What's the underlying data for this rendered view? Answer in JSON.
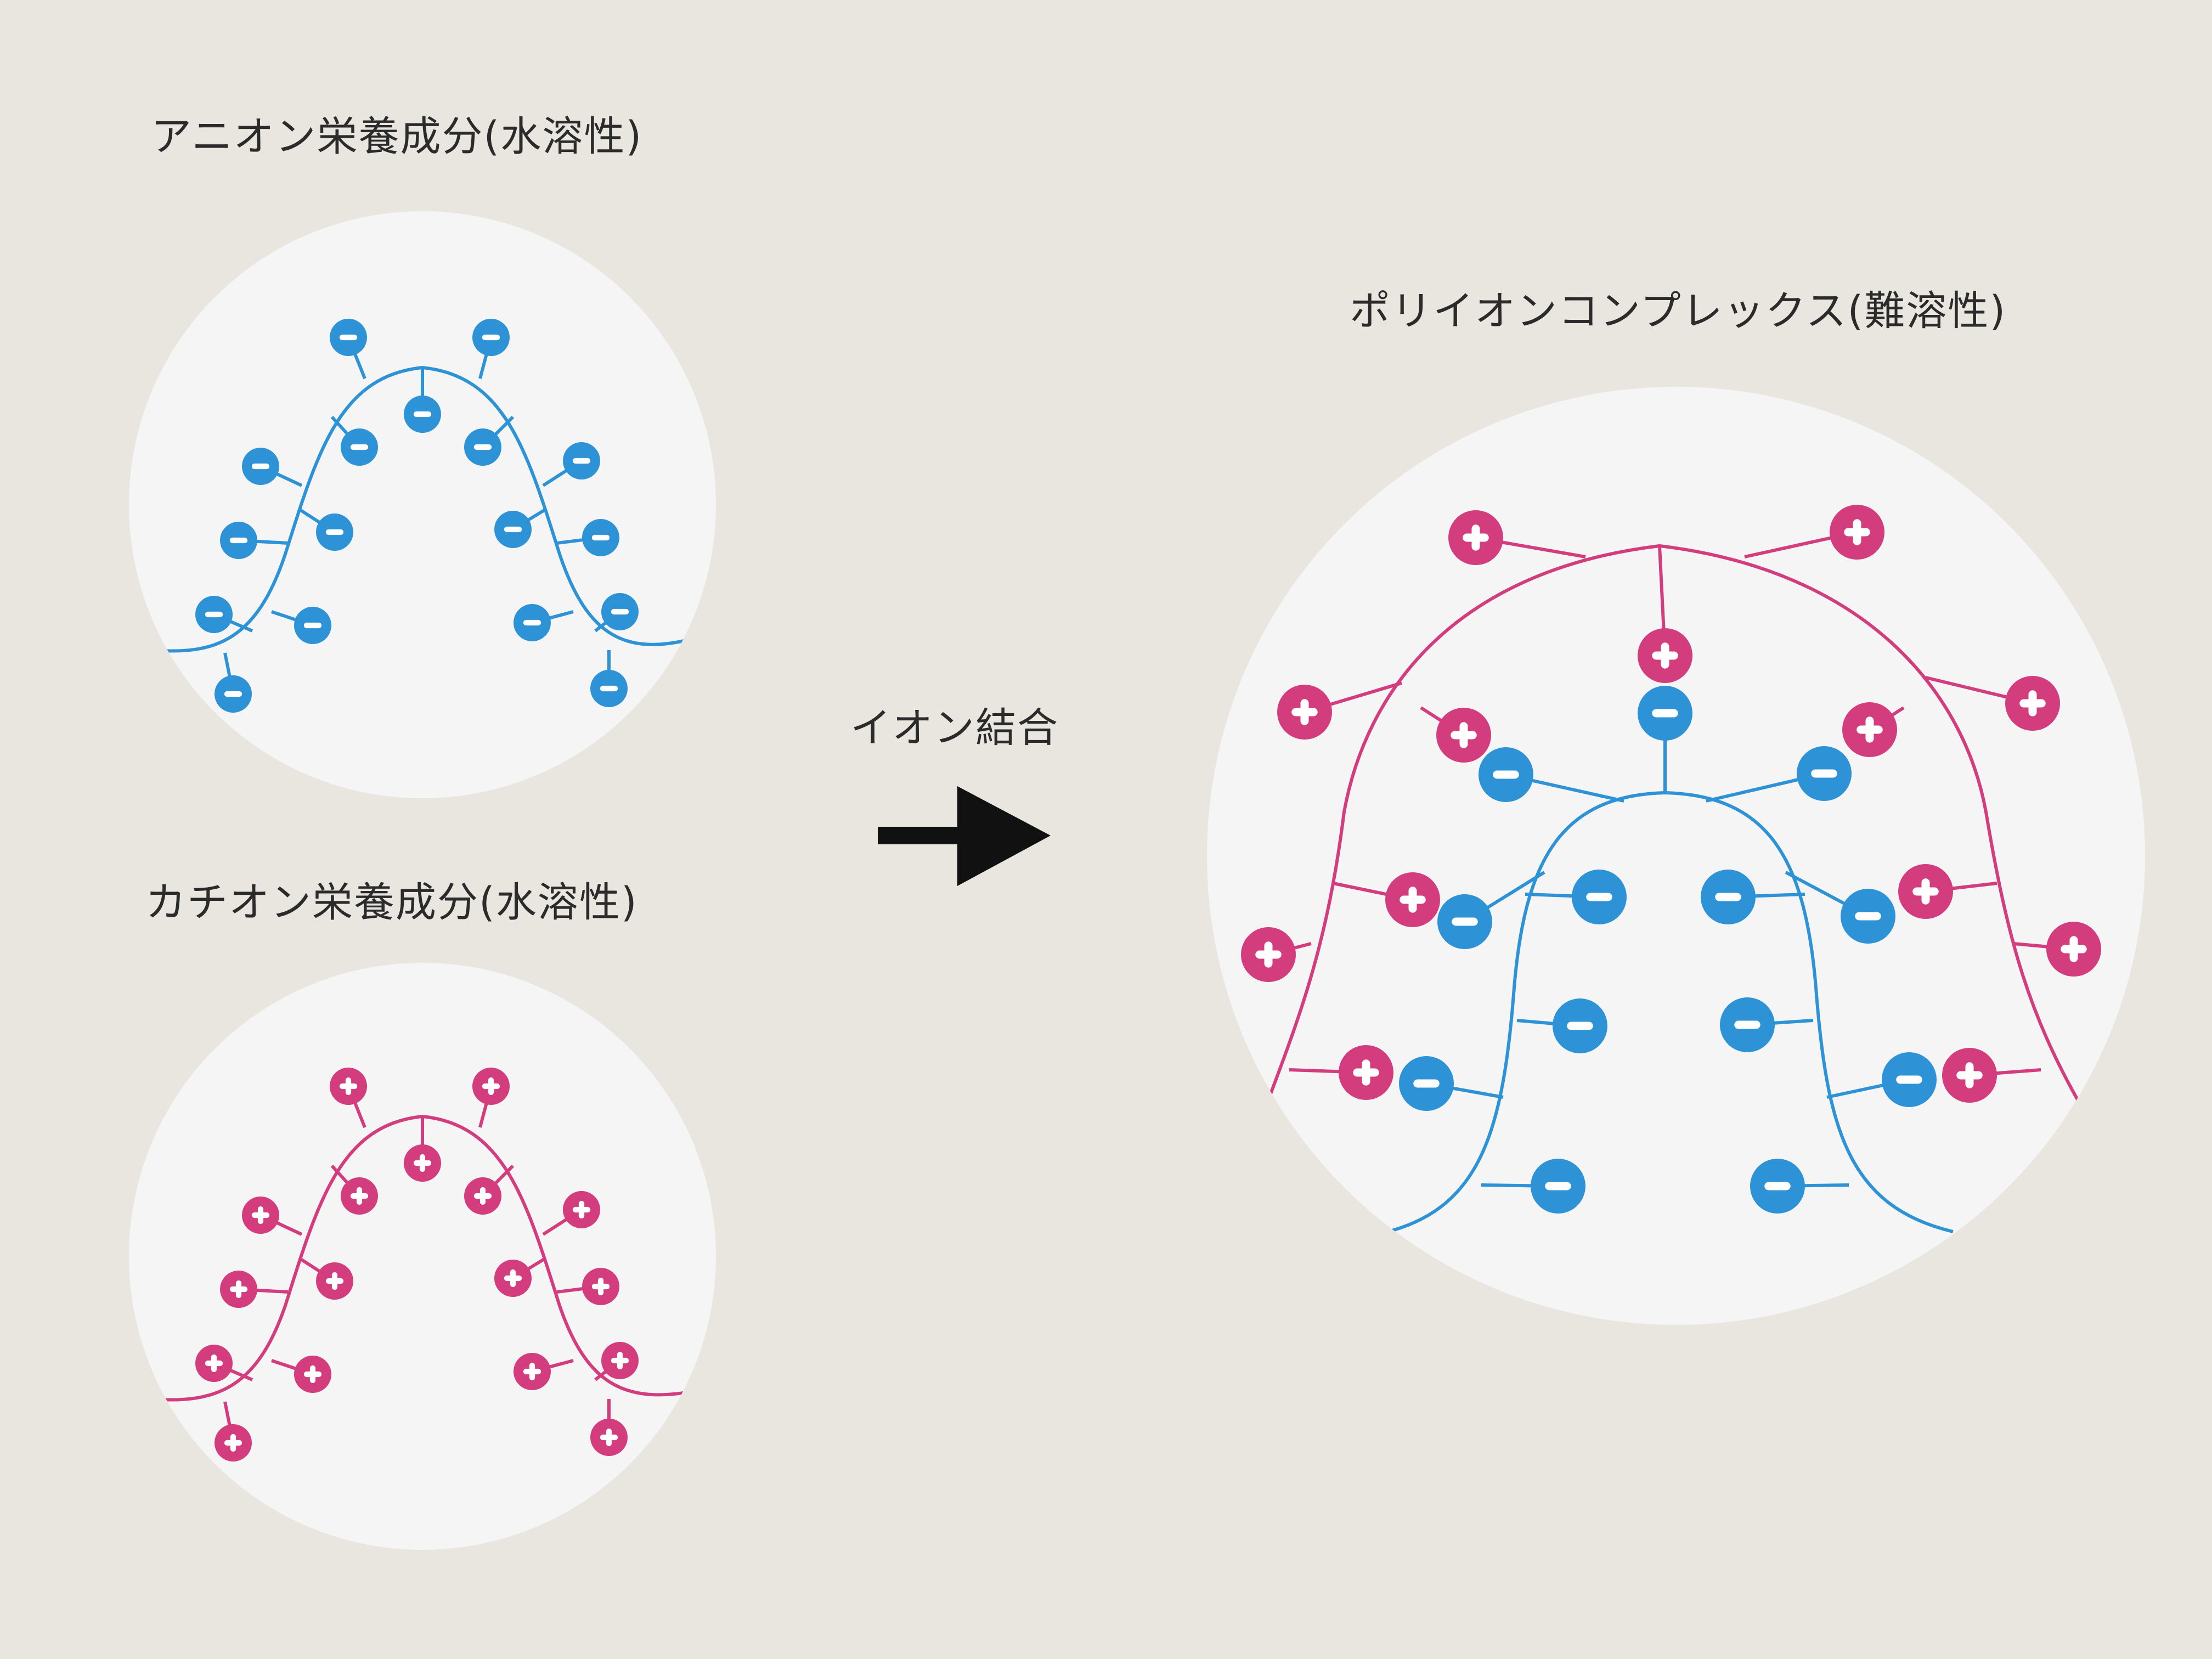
{
  "labels": {
    "anion": "アニオン栄養成分(水溶性)",
    "cation": "カチオン栄養成分(水溶性)",
    "bond": "イオン結合",
    "complex": "ポリイオンコンプレックス(難溶性)"
  },
  "symbols": {
    "minus": "−",
    "plus": "+"
  },
  "colors": {
    "background": "#e9e6e0",
    "circle": "#f5f5f5",
    "anion": "#2d93d6",
    "cation": "#d33c7d",
    "arrow": "#111111",
    "text": "#2b2b2b"
  }
}
